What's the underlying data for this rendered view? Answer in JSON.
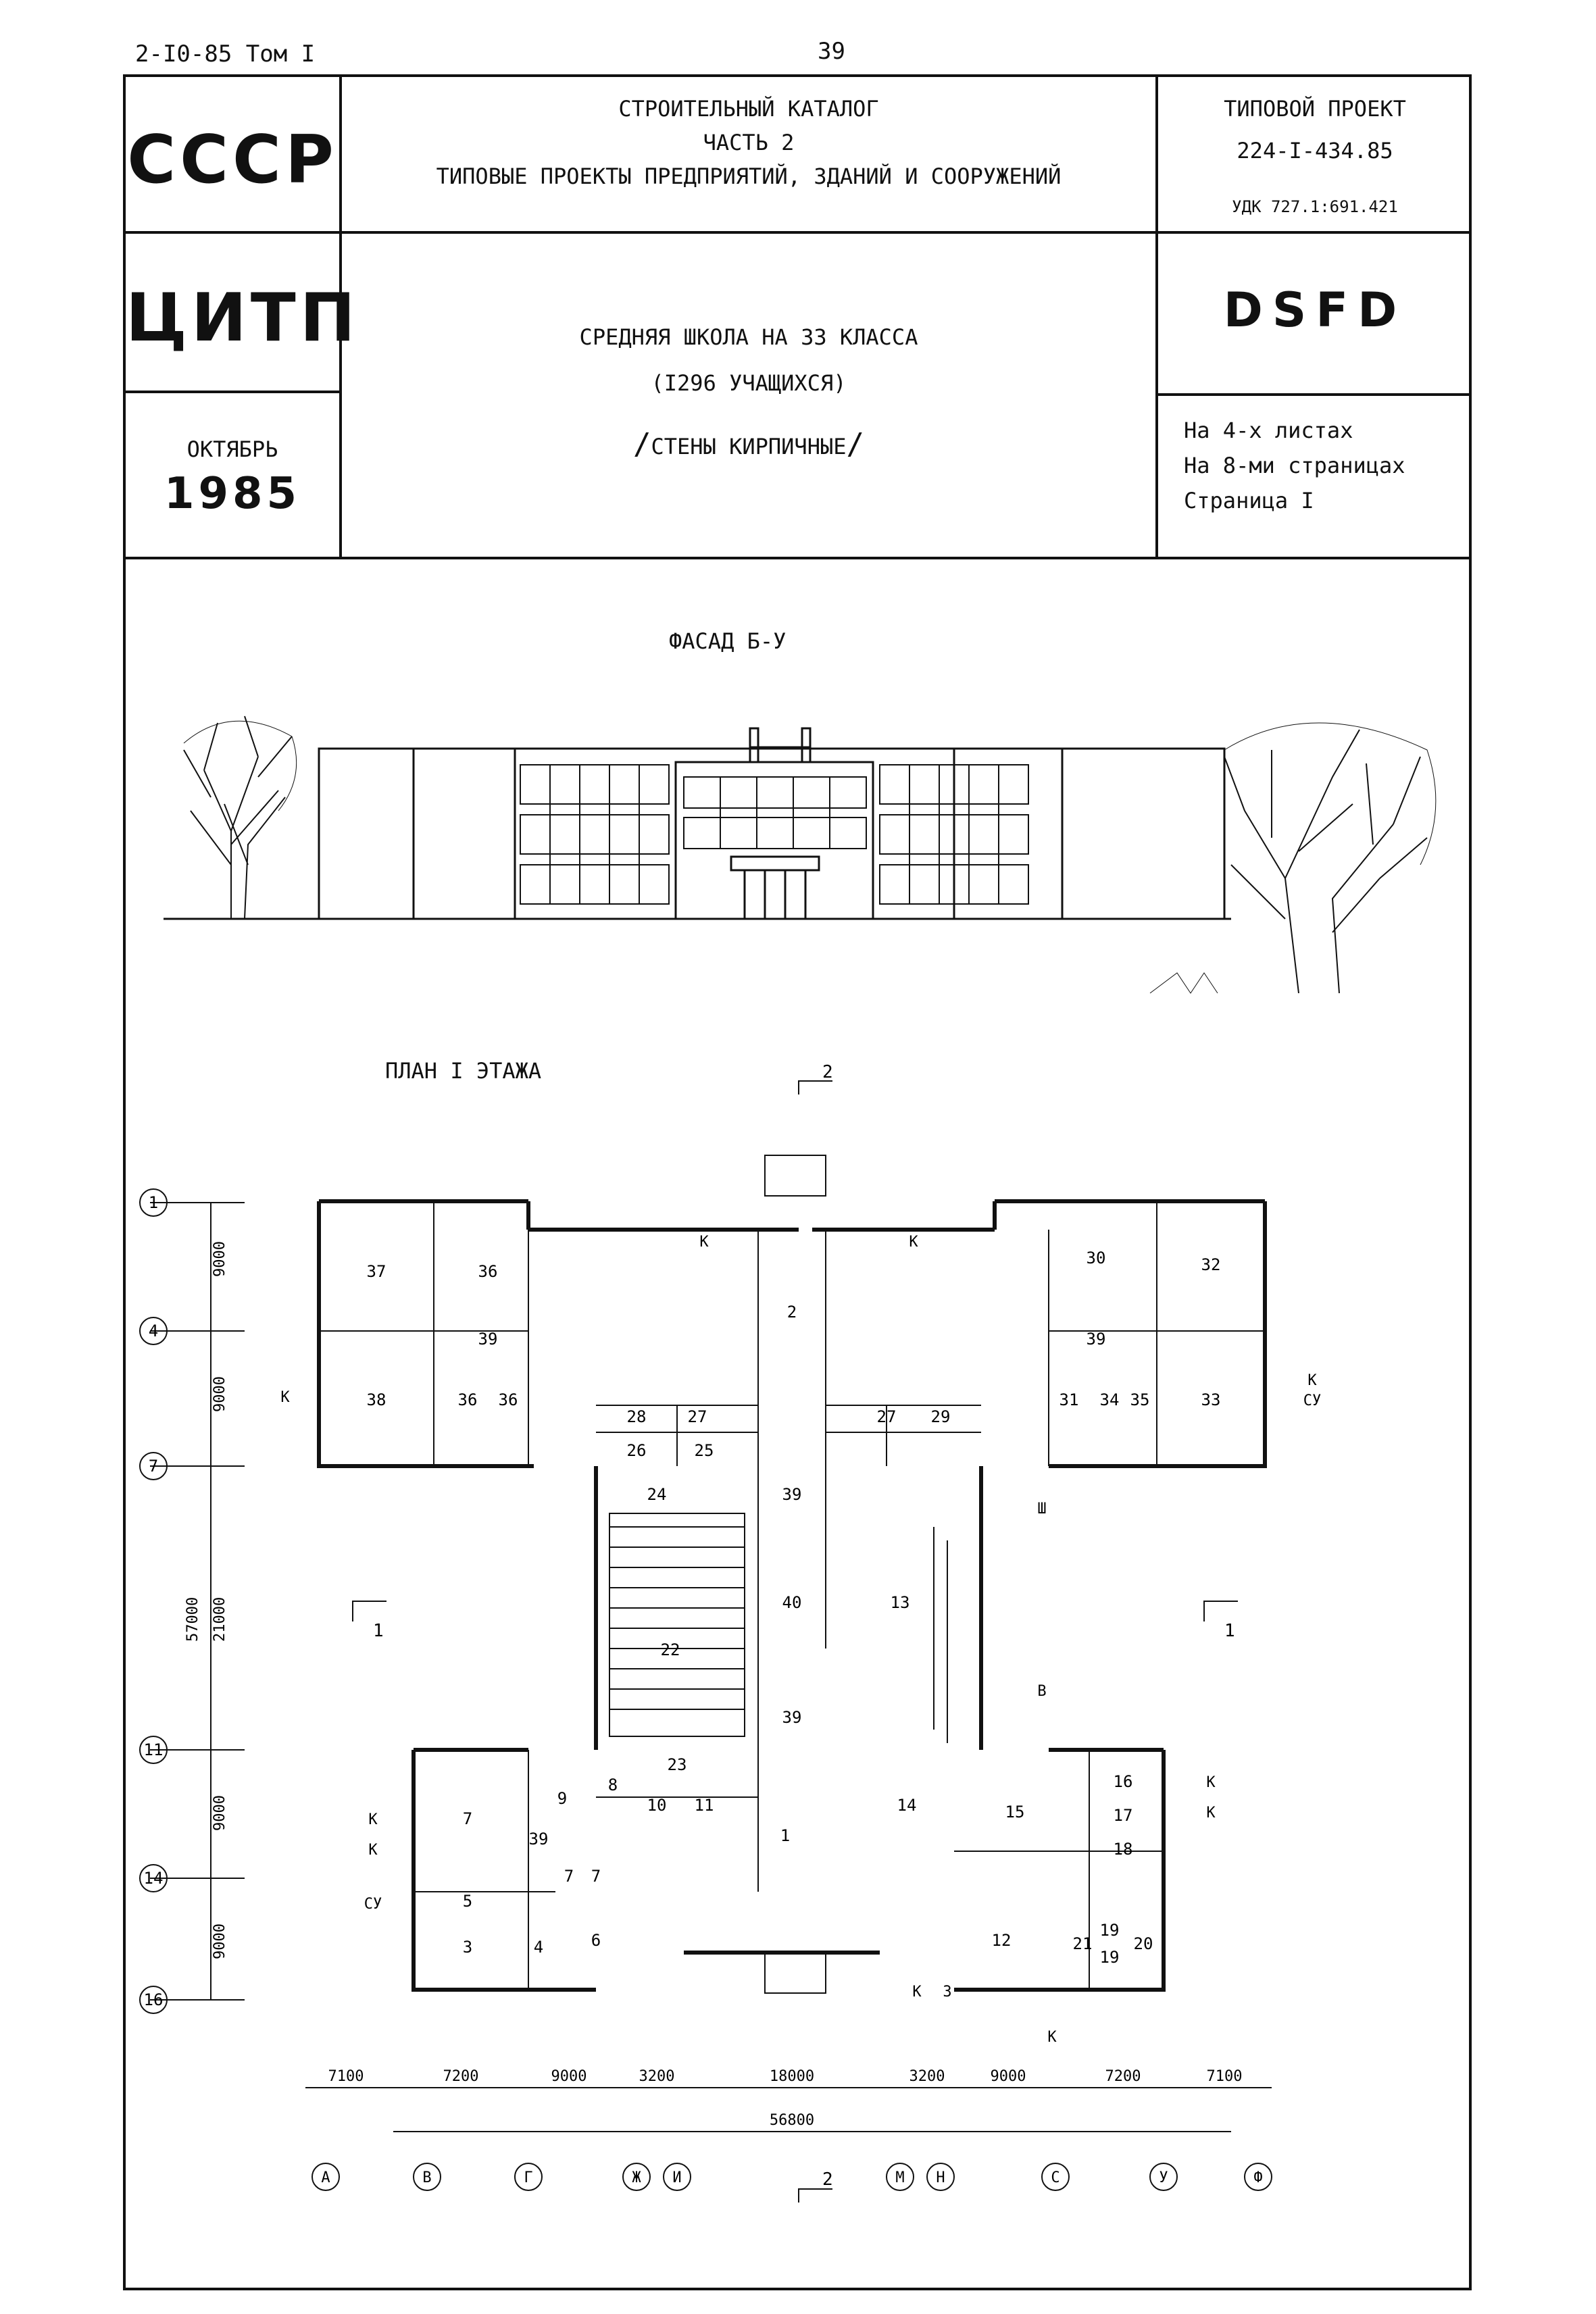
{
  "header": {
    "series": "2-I0-85 Том I",
    "page_number": "39"
  },
  "stamp": {
    "country": "СССР",
    "org": "ЦИТП",
    "month": "ОКТЯБРЬ",
    "year": "1985",
    "catalog_line1": "СТРОИТЕЛЬНЫЙ КАТАЛОГ",
    "catalog_line2": "ЧАСТЬ 2",
    "catalog_line3": "ТИПОВЫЕ ПРОЕКТЫ ПРЕДПРИЯТИЙ, ЗДАНИЙ И СООРУЖЕНИЙ",
    "project_type": "ТИПОВОЙ ПРОЕКТ",
    "project_code": "224-I-434.85",
    "udk": "УДК 727.1:691.421",
    "code": "DSFD",
    "title_line1": "СРЕДНЯЯ ШКОЛА НА 33 КЛАССА",
    "title_line2": "(I296 УЧАЩИХСЯ)",
    "title_line3": "СТЕНЫ КИРПИЧНЫЕ",
    "sheets": "На 4-х листах",
    "pages": "На 8-ми страницах",
    "page": "Страница I"
  },
  "facade": {
    "title": "ФАСАД Б-У"
  },
  "plan": {
    "title": "ПЛАН I ЭТАЖА",
    "section_marks": [
      "2",
      "2",
      "1",
      "1"
    ],
    "axes_rows": [
      "1",
      "4",
      "7",
      "11",
      "14",
      "16"
    ],
    "axes_cols": [
      "А",
      "В",
      "Г",
      "Ж",
      "И",
      "М",
      "Н",
      "С",
      "У",
      "Ф"
    ],
    "dims_vertical": [
      "9000",
      "9000",
      "57000",
      "21000",
      "9000",
      "9000"
    ],
    "dims_horizontal": [
      "7100",
      "7200",
      "9000",
      "3200",
      "18000",
      "3200",
      "9000",
      "7200",
      "7100"
    ],
    "dim_total": "56800",
    "entrance_labels": [
      "К",
      "К",
      "К",
      "К",
      "СУ",
      "Ш",
      "В",
      "К",
      "К",
      "К",
      "К",
      "СУ",
      "К",
      "З",
      "К"
    ],
    "rooms": [
      "37",
      "36",
      "39",
      "38",
      "36",
      "36",
      "2",
      "28",
      "27",
      "26",
      "25",
      "24",
      "39",
      "40",
      "22",
      "39",
      "23",
      "8",
      "9",
      "10",
      "11",
      "7",
      "39",
      "7",
      "7",
      "5",
      "3",
      "4",
      "6",
      "1",
      "14",
      "13",
      "15",
      "16",
      "17",
      "18",
      "12",
      "21",
      "19",
      "19",
      "20",
      "30",
      "32",
      "39",
      "31",
      "34",
      "35",
      "33",
      "27",
      "29"
    ]
  }
}
